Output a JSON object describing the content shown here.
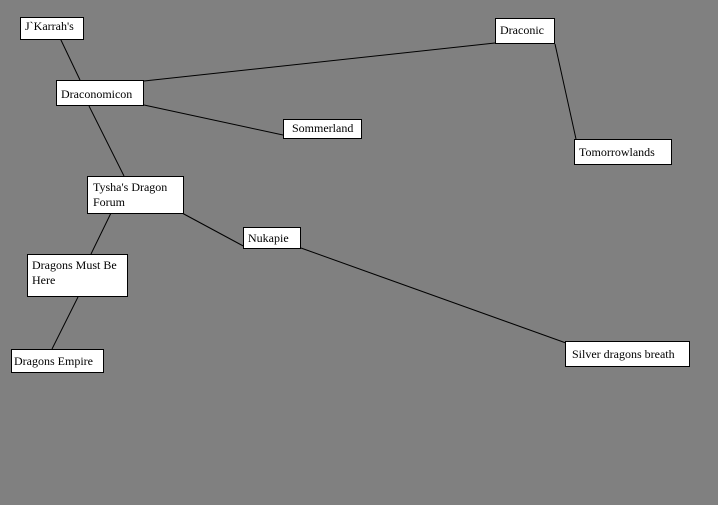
{
  "colors": {
    "background": "#808080",
    "node_fill": "#ffffff",
    "edge": "#000000"
  },
  "nodes": [
    {
      "id": "jkarrah",
      "label": "J`Karrah's"
    },
    {
      "id": "draconomicon",
      "label": "Draconomicon"
    },
    {
      "id": "draconic",
      "label": "Draconic"
    },
    {
      "id": "sommerland",
      "label": "Sommerland"
    },
    {
      "id": "tomorrowlands",
      "label": "Tomorrowlands"
    },
    {
      "id": "tysha",
      "label": "Tysha's Dragon Forum"
    },
    {
      "id": "nukapie",
      "label": "Nukapie"
    },
    {
      "id": "dragons_must_be_here",
      "label": "Dragons Must Be Here"
    },
    {
      "id": "dragons_empire",
      "label": "Dragons Empire"
    },
    {
      "id": "silver_dragons",
      "label": "Silver dragons breath"
    }
  ],
  "edges": [
    [
      "jkarrah",
      "draconomicon"
    ],
    [
      "draconomicon",
      "draconic"
    ],
    [
      "draconomicon",
      "sommerland"
    ],
    [
      "draconic",
      "tomorrowlands"
    ],
    [
      "draconomicon",
      "tysha"
    ],
    [
      "tysha",
      "nukapie"
    ],
    [
      "nukapie",
      "silver_dragons"
    ],
    [
      "tysha",
      "dragons_must_be_here"
    ],
    [
      "dragons_must_be_here",
      "dragons_empire"
    ]
  ]
}
